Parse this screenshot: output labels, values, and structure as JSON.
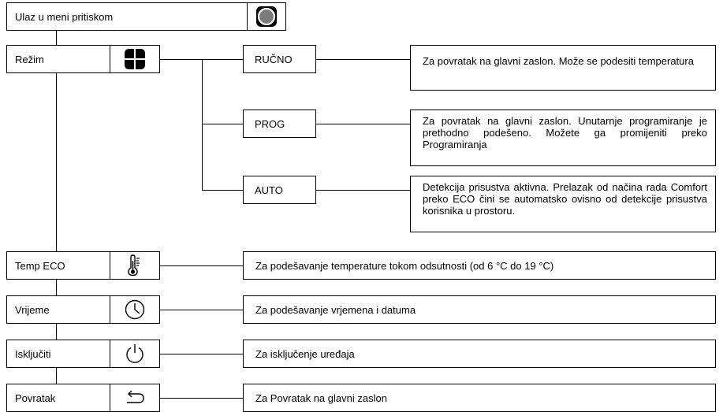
{
  "menu": {
    "enter": {
      "label": "Ulaz u meni pritiskom",
      "icon": "round-button-icon"
    },
    "mode": {
      "label": "Režim",
      "icon": "mode-four-petal-icon"
    },
    "eco": {
      "label": "Temp ECO",
      "icon": "thermometer-icon",
      "desc": "Za podešavanje temperature tokom odsutnosti (od 6 °C do 19 °C)"
    },
    "time": {
      "label": "Vrijeme",
      "icon": "clock-icon",
      "desc": "Za podešavanje vrjemena i datuma"
    },
    "off": {
      "label": "Isključiti",
      "icon": "power-icon",
      "desc": "Za isključenje uređaja"
    },
    "back": {
      "label": "Povratak",
      "icon": "return-arrow-icon",
      "desc": "Za Povratak na glavni zaslon"
    }
  },
  "modes": [
    {
      "label": "RUČNO",
      "desc": "Za povratak na glavni zaslon. Može se podesiti temperatura"
    },
    {
      "label": "PROG",
      "desc": "Za povratak na glavni zaslon. Unutarnje programiranje je prethodno podešeno. Možete ga promijeniti preko Programiranja"
    },
    {
      "label": "AUTO",
      "desc": "Detekcija prisustva aktivna. Prelazak od načina rada Comfort preko ECO čini se automatsko ovisno od detekcije prisustva korisnika u prostoru."
    }
  ]
}
